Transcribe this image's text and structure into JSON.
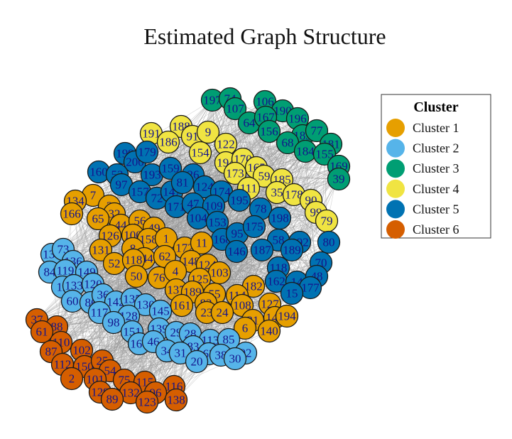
{
  "title": "Estimated Graph Structure",
  "legend": {
    "title": "Cluster",
    "items": [
      {
        "label": "Cluster 1",
        "color": "#E69F00"
      },
      {
        "label": "Cluster 2",
        "color": "#56B4E9"
      },
      {
        "label": "Cluster 3",
        "color": "#009E73"
      },
      {
        "label": "Cluster 4",
        "color": "#F0E442"
      },
      {
        "label": "Cluster 5",
        "color": "#0072B2"
      },
      {
        "label": "Cluster 6",
        "color": "#D55E00"
      }
    ]
  },
  "nodes": [
    {
      "id": "197",
      "cluster": 3
    },
    {
      "id": "74",
      "cluster": 3
    },
    {
      "id": "107",
      "cluster": 3
    },
    {
      "id": "106",
      "cluster": 3
    },
    {
      "id": "190",
      "cluster": 3
    },
    {
      "id": "64",
      "cluster": 3
    },
    {
      "id": "167",
      "cluster": 3
    },
    {
      "id": "196",
      "cluster": 3
    },
    {
      "id": "156",
      "cluster": 3
    },
    {
      "id": "183",
      "cluster": 3
    },
    {
      "id": "77",
      "cluster": 3
    },
    {
      "id": "68",
      "cluster": 3
    },
    {
      "id": "181",
      "cluster": 3
    },
    {
      "id": "184",
      "cluster": 3
    },
    {
      "id": "155",
      "cluster": 3
    },
    {
      "id": "169",
      "cluster": 3
    },
    {
      "id": "39",
      "cluster": 3
    },
    {
      "id": "191",
      "cluster": 4
    },
    {
      "id": "188",
      "cluster": 4
    },
    {
      "id": "91",
      "cluster": 4
    },
    {
      "id": "9",
      "cluster": 4
    },
    {
      "id": "186",
      "cluster": 4
    },
    {
      "id": "154",
      "cluster": 4
    },
    {
      "id": "122",
      "cluster": 4
    },
    {
      "id": "194",
      "cluster": 4
    },
    {
      "id": "170",
      "cluster": 4
    },
    {
      "id": "173",
      "cluster": 4
    },
    {
      "id": "165",
      "cluster": 4
    },
    {
      "id": "59",
      "cluster": 4
    },
    {
      "id": "185",
      "cluster": 4
    },
    {
      "id": "111",
      "cluster": 4
    },
    {
      "id": "35",
      "cluster": 4
    },
    {
      "id": "178",
      "cluster": 4
    },
    {
      "id": "90",
      "cluster": 4
    },
    {
      "id": "99",
      "cluster": 4
    },
    {
      "id": "79",
      "cluster": 4
    },
    {
      "id": "199",
      "cluster": 5
    },
    {
      "id": "200",
      "cluster": 5
    },
    {
      "id": "179",
      "cluster": 5
    },
    {
      "id": "160",
      "cluster": 5
    },
    {
      "id": "52",
      "cluster": 5
    },
    {
      "id": "193",
      "cluster": 5
    },
    {
      "id": "159",
      "cluster": 5
    },
    {
      "id": "26",
      "cluster": 5
    },
    {
      "id": "97",
      "cluster": 5
    },
    {
      "id": "157",
      "cluster": 5
    },
    {
      "id": "72",
      "cluster": 5
    },
    {
      "id": "147",
      "cluster": 5
    },
    {
      "id": "81",
      "cluster": 5
    },
    {
      "id": "124",
      "cluster": 5
    },
    {
      "id": "174",
      "cluster": 5
    },
    {
      "id": "171",
      "cluster": 5
    },
    {
      "id": "47",
      "cluster": 5
    },
    {
      "id": "109",
      "cluster": 5
    },
    {
      "id": "195",
      "cluster": 5
    },
    {
      "id": "104",
      "cluster": 5
    },
    {
      "id": "153",
      "cluster": 5
    },
    {
      "id": "78",
      "cluster": 5
    },
    {
      "id": "198",
      "cluster": 5
    },
    {
      "id": "168",
      "cluster": 5
    },
    {
      "id": "95",
      "cluster": 5
    },
    {
      "id": "175",
      "cluster": 5
    },
    {
      "id": "58",
      "cluster": 5
    },
    {
      "id": "192",
      "cluster": 5
    },
    {
      "id": "80",
      "cluster": 5
    },
    {
      "id": "146",
      "cluster": 5
    },
    {
      "id": "187",
      "cluster": 5
    },
    {
      "id": "189",
      "cluster": 5
    },
    {
      "id": "70",
      "cluster": 5
    },
    {
      "id": "118",
      "cluster": 5
    },
    {
      "id": "162",
      "cluster": 5
    },
    {
      "id": "14",
      "cluster": 5
    },
    {
      "id": "48",
      "cluster": 5
    },
    {
      "id": "177",
      "cluster": 5
    },
    {
      "id": "15",
      "cluster": 5
    },
    {
      "id": "7",
      "cluster": 1
    },
    {
      "id": "134",
      "cluster": 1
    },
    {
      "id": "3",
      "cluster": 1
    },
    {
      "id": "166",
      "cluster": 1
    },
    {
      "id": "32",
      "cluster": 1
    },
    {
      "id": "65",
      "cluster": 1
    },
    {
      "id": "44",
      "cluster": 1
    },
    {
      "id": "56",
      "cluster": 1
    },
    {
      "id": "49",
      "cluster": 1
    },
    {
      "id": "126",
      "cluster": 1
    },
    {
      "id": "100",
      "cluster": 1
    },
    {
      "id": "158",
      "cluster": 1
    },
    {
      "id": "1",
      "cluster": 1
    },
    {
      "id": "131",
      "cluster": 1
    },
    {
      "id": "8",
      "cluster": 1
    },
    {
      "id": "172",
      "cluster": 1
    },
    {
      "id": "11",
      "cluster": 1
    },
    {
      "id": "144",
      "cluster": 1
    },
    {
      "id": "62",
      "cluster": 1
    },
    {
      "id": "148",
      "cluster": 1
    },
    {
      "id": "52",
      "cluster": 1
    },
    {
      "id": "118",
      "cluster": 1
    },
    {
      "id": "124",
      "cluster": 1
    },
    {
      "id": "103",
      "cluster": 1
    },
    {
      "id": "50",
      "cluster": 1
    },
    {
      "id": "76",
      "cluster": 1
    },
    {
      "id": "4",
      "cluster": 1
    },
    {
      "id": "125",
      "cluster": 1
    },
    {
      "id": "182",
      "cluster": 1
    },
    {
      "id": "137",
      "cluster": 1
    },
    {
      "id": "189",
      "cluster": 1
    },
    {
      "id": "55",
      "cluster": 1
    },
    {
      "id": "114",
      "cluster": 1
    },
    {
      "id": "127",
      "cluster": 1
    },
    {
      "id": "161",
      "cluster": 1
    },
    {
      "id": "82",
      "cluster": 1
    },
    {
      "id": "108",
      "cluster": 1
    },
    {
      "id": "141",
      "cluster": 1
    },
    {
      "id": "194",
      "cluster": 1
    },
    {
      "id": "23",
      "cluster": 1
    },
    {
      "id": "24",
      "cluster": 1
    },
    {
      "id": "21",
      "cluster": 1
    },
    {
      "id": "6",
      "cluster": 1
    },
    {
      "id": "140",
      "cluster": 1
    },
    {
      "id": "133",
      "cluster": 2
    },
    {
      "id": "73",
      "cluster": 2
    },
    {
      "id": "136",
      "cluster": 2
    },
    {
      "id": "84",
      "cluster": 2
    },
    {
      "id": "119",
      "cluster": 2
    },
    {
      "id": "149",
      "cluster": 2
    },
    {
      "id": "12",
      "cluster": 2
    },
    {
      "id": "133",
      "cluster": 2
    },
    {
      "id": "120",
      "cluster": 2
    },
    {
      "id": "60",
      "cluster": 2
    },
    {
      "id": "86",
      "cluster": 2
    },
    {
      "id": "36",
      "cluster": 2
    },
    {
      "id": "142",
      "cluster": 2
    },
    {
      "id": "135",
      "cluster": 2
    },
    {
      "id": "130",
      "cluster": 2
    },
    {
      "id": "117",
      "cluster": 2
    },
    {
      "id": "128",
      "cluster": 2
    },
    {
      "id": "145",
      "cluster": 2
    },
    {
      "id": "98",
      "cluster": 2
    },
    {
      "id": "151",
      "cluster": 2
    },
    {
      "id": "139",
      "cluster": 2
    },
    {
      "id": "29",
      "cluster": 2
    },
    {
      "id": "28",
      "cluster": 2
    },
    {
      "id": "113",
      "cluster": 2
    },
    {
      "id": "85",
      "cluster": 2
    },
    {
      "id": "164",
      "cluster": 2
    },
    {
      "id": "46",
      "cluster": 2
    },
    {
      "id": "83",
      "cluster": 2
    },
    {
      "id": "34",
      "cluster": 2
    },
    {
      "id": "31",
      "cluster": 2
    },
    {
      "id": "63",
      "cluster": 2
    },
    {
      "id": "38",
      "cluster": 2
    },
    {
      "id": "92",
      "cluster": 2
    },
    {
      "id": "20",
      "cluster": 2
    },
    {
      "id": "30",
      "cluster": 2
    },
    {
      "id": "37",
      "cluster": 6
    },
    {
      "id": "88",
      "cluster": 6
    },
    {
      "id": "61",
      "cluster": 6
    },
    {
      "id": "110",
      "cluster": 6
    },
    {
      "id": "87",
      "cluster": 6
    },
    {
      "id": "102",
      "cluster": 6
    },
    {
      "id": "112",
      "cluster": 6
    },
    {
      "id": "150",
      "cluster": 6
    },
    {
      "id": "25",
      "cluster": 6
    },
    {
      "id": "54",
      "cluster": 6
    },
    {
      "id": "2",
      "cluster": 6
    },
    {
      "id": "101",
      "cluster": 6
    },
    {
      "id": "75",
      "cluster": 6
    },
    {
      "id": "115",
      "cluster": 6
    },
    {
      "id": "116",
      "cluster": 6
    },
    {
      "id": "129",
      "cluster": 6
    },
    {
      "id": "132",
      "cluster": 6
    },
    {
      "id": "96",
      "cluster": 6
    },
    {
      "id": "89",
      "cluster": 6
    },
    {
      "id": "123",
      "cluster": 6
    },
    {
      "id": "138",
      "cluster": 6
    }
  ]
}
